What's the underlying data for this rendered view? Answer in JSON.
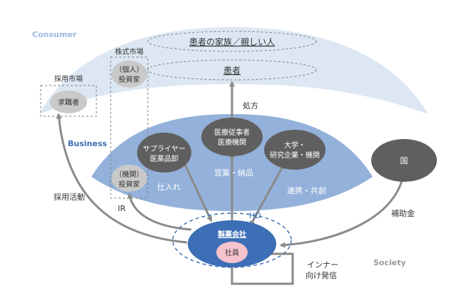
{
  "sections": {
    "consumer": "Consumer",
    "business": "Business",
    "society": "Society"
  },
  "consumer": {
    "family": "患者の家族／親しい人",
    "patient": "患者"
  },
  "markets": {
    "stock_title": "株式市場",
    "individual_investor_line1": "（個人）",
    "individual_investor_line2": "投資家",
    "institutional_investor_line1": "（機関）",
    "institutional_investor_line2": "投資家",
    "job_title": "採用市場",
    "job_seeker": "求職者"
  },
  "business": {
    "supplier_line1": "サプライヤー",
    "supplier_line2": "医薬品卸",
    "medical_line1": "医療従事者",
    "medical_line2": "医療機関",
    "univ_line1": "大学・",
    "univ_line2": "研究企業・機関",
    "purchase": "仕入れ",
    "sales": "営業・納品",
    "collab": "連携・共創"
  },
  "society": {
    "country": "国",
    "subsidy": "補助金"
  },
  "core": {
    "hd": "HD",
    "company": "製薬会社",
    "employee": "社員",
    "internal_line1": "インナー",
    "internal_line2": "向け発信"
  },
  "flows": {
    "prescription": "処方",
    "recruiting": "採用活動",
    "ir": "IR"
  },
  "colors": {
    "consumer_band": "#dce7f3",
    "business_band": "#93b1da",
    "node_gray": "#5f5f5f",
    "light_node": "#c9c9c9",
    "company_blue": "#3d6fb6",
    "employee_pink": "#f6c4cc",
    "label_blue": "#6f93c8",
    "arrow_gray": "#8a8a8a"
  }
}
